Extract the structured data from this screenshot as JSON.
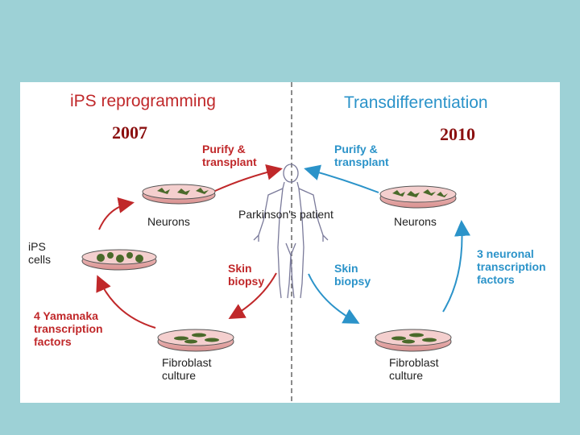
{
  "left": {
    "title": "iPS reprogramming",
    "year": "2007",
    "purify": "Purify &\ntransplant",
    "neurons": "Neurons",
    "ips": "iPS\ncells",
    "skin": "Skin\nbiopsy",
    "factors": "4 Yamanaka\ntranscription\nfactors",
    "fibro": "Fibroblast\nculture"
  },
  "right": {
    "title": "Transdifferentiation",
    "year": "2010",
    "purify": "Purify &\ntransplant",
    "neurons": "Neurons",
    "factors": "3 neuronal\ntranscription\nfactors",
    "skin": "Skin\nbiopsy",
    "fibro": "Fibroblast\nculture"
  },
  "patient": "Parkinson's patient",
  "colors": {
    "red": "#c0282a",
    "blue": "#2b93c9",
    "year": "#8b1010",
    "dish": "#e8a7a6",
    "cell": "#4a6a2a"
  }
}
